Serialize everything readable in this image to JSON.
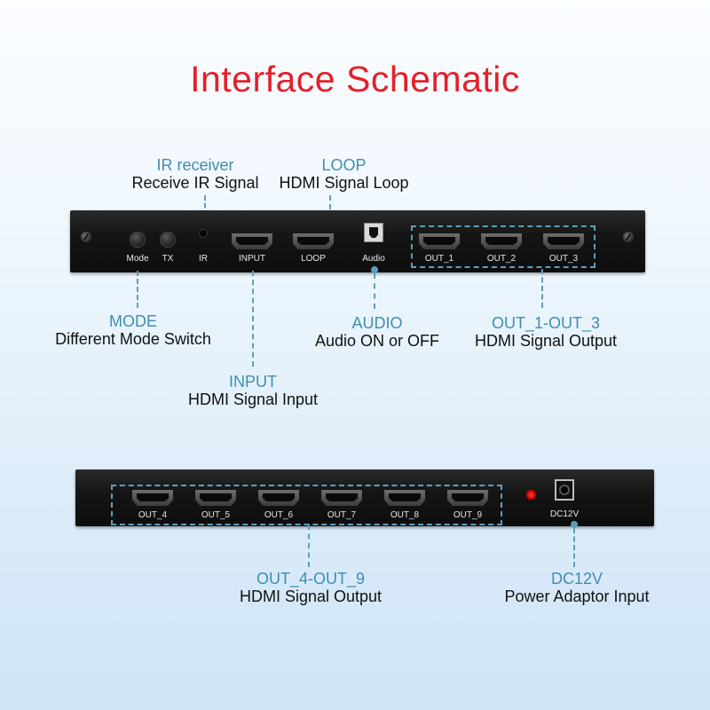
{
  "title": "Interface Schematic",
  "labels": {
    "ir": {
      "key": "IR receiver",
      "desc": "Receive IR Signal"
    },
    "loop": {
      "key": "LOOP",
      "desc": "HDMI Signal Loop"
    },
    "mode": {
      "key": "MODE",
      "desc": "Different Mode Switch"
    },
    "audio": {
      "key": "AUDIO",
      "desc": "Audio ON or OFF"
    },
    "out13": {
      "key": "OUT_1-OUT_3",
      "desc": "HDMI Signal Output"
    },
    "input": {
      "key": "INPUT",
      "desc": "HDMI Signal Input"
    },
    "out49": {
      "key": "OUT_4-OUT_9",
      "desc": "HDMI Signal Output"
    },
    "dc": {
      "key": "DC12V",
      "desc": "Power Adaptor Input"
    }
  },
  "panel1": {
    "mode": "Mode",
    "tx": "TX",
    "ir": "IR",
    "input": "INPUT",
    "loop": "LOOP",
    "audio": "Audio",
    "outs": [
      "OUT_1",
      "OUT_2",
      "OUT_3"
    ]
  },
  "panel2": {
    "outs": [
      "OUT_4",
      "OUT_5",
      "OUT_6",
      "OUT_7",
      "OUT_8",
      "OUT_9"
    ],
    "dc": "DC12V"
  },
  "colors": {
    "title": "#e3202a",
    "label_key": "#3f8eb0",
    "dashed": "#5d9ec0",
    "led": "#ff2a2a"
  }
}
